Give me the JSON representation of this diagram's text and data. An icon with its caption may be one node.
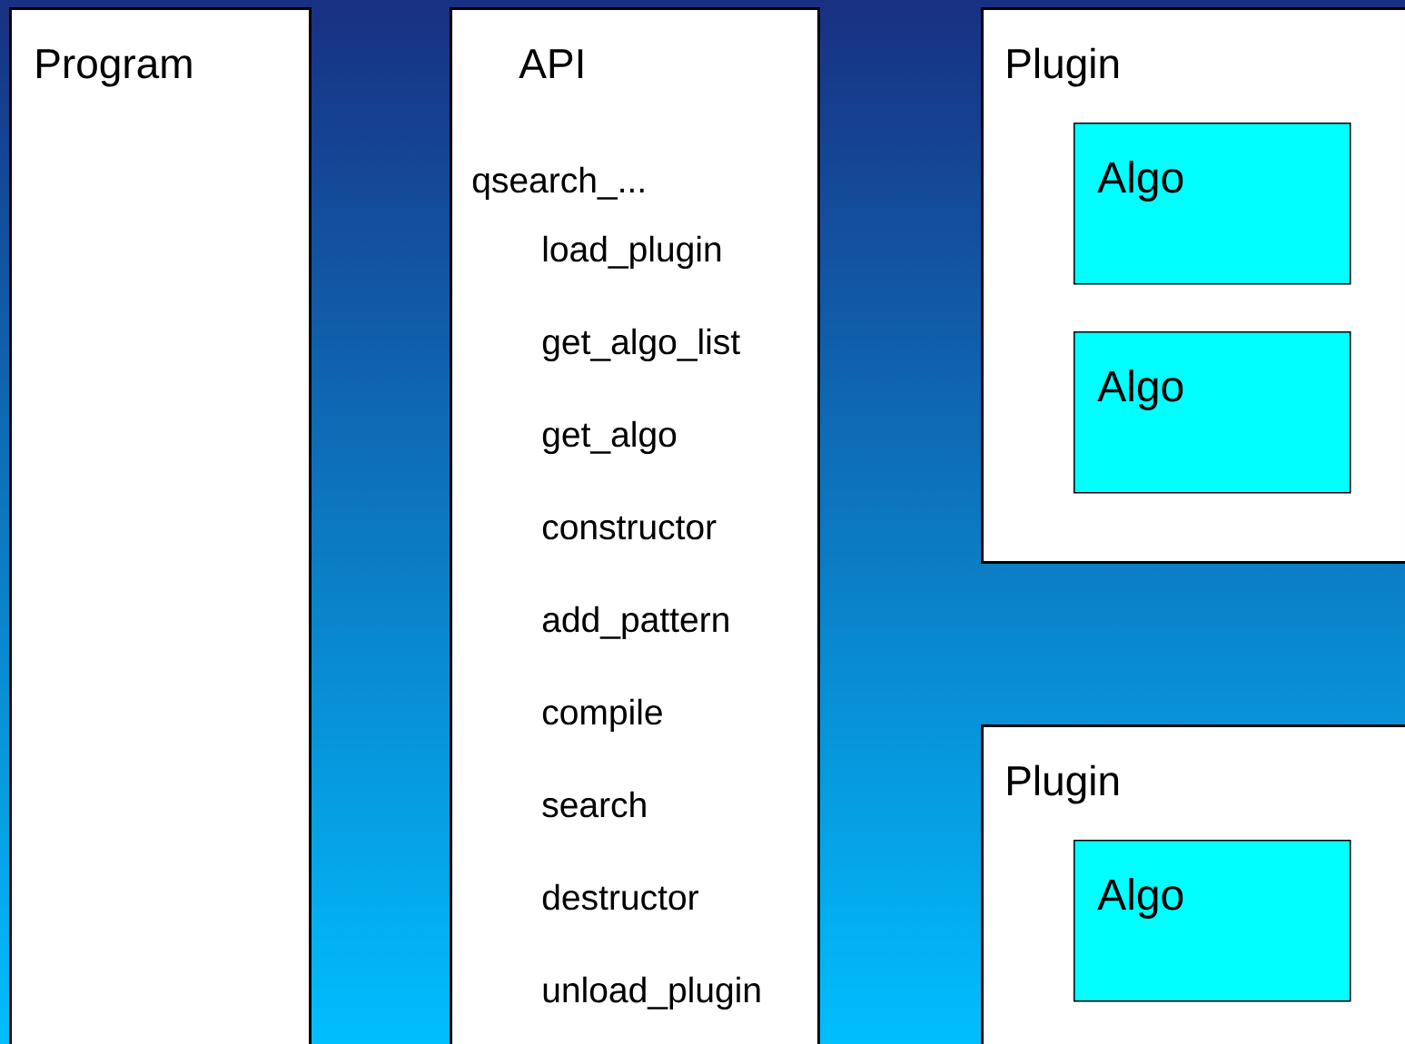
{
  "diagram": {
    "nodes": [
      {
        "text": [
          "Program"
        ]
      },
      {
        "text": [
          "API",
          "qsearch_...",
          "load_plugin",
          "get_algo_list",
          "get_algo",
          "constructor",
          "add_pattern",
          "compile",
          "search",
          "destructor",
          "unload_plugin"
        ]
      },
      {
        "text": [
          "Plugin"
        ]
      },
      {
        "text": [
          "Algo"
        ],
        "in": 2
      },
      {
        "text": [
          "Algo"
        ],
        "in": 2
      },
      {
        "text": [
          "Plugin"
        ]
      },
      {
        "text": [
          "Algo"
        ],
        "in": 5
      }
    ],
    "edges": []
  }
}
